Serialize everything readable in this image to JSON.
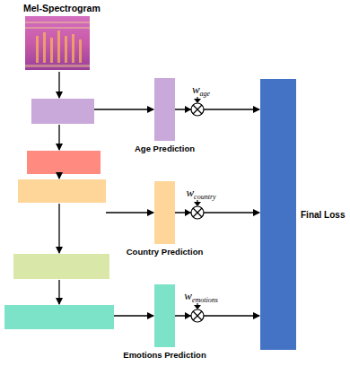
{
  "diagram": {
    "nodes": [
      {
        "text": [
          "Age Prediction"
        ]
      },
      {
        "text": [
          "Country Prediction"
        ]
      },
      {
        "text": [
          "Emotions Prediction"
        ]
      },
      {
        "text": [
          "Final Loss"
        ]
      }
    ],
    "edges": [
      {
        "from": 0,
        "to": 3,
        "arrow": "to"
      },
      {
        "from": 1,
        "to": 3,
        "arrow": "to"
      },
      {
        "from": 2,
        "to": 3,
        "arrow": "to"
      }
    ],
    "labels": [
      "Mel-Spectrogram",
      "w",
      "age",
      "w",
      "country",
      "w",
      "emotions"
    ]
  }
}
